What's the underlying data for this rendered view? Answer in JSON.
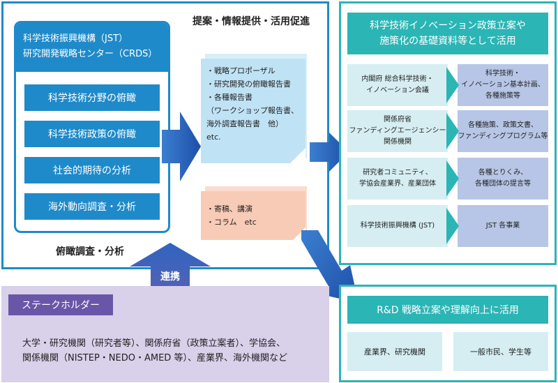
{
  "crds": {
    "title": "科学技術振興機構（JST）\n研究開発戦略センター（CRDS）",
    "items": [
      "科学技術分野の俯瞰",
      "科学技術政策の俯瞰",
      "社会的期待の分析",
      "海外動向調査・分析"
    ],
    "caption": "俯瞰調査・分析"
  },
  "outputs": {
    "caption": "提案・情報提供・活用促進",
    "note1": "・戦略プロポーザル\n・研究開発の俯瞰報告書\n・各種報告書\n（ワークショップ報告書、\n海外調査報告書　他）\netc.",
    "note2": "・寄稿、講演\n・コラム　etc"
  },
  "policy": {
    "title": "科学技術イノベーション政策立案や\n施策化の基礎資料等として活用",
    "rows": [
      {
        "left": "内閣府 総合科学技術・\nイノベーション会議",
        "right": "科学技術・\nイノベーション基本計画、\n各種施策等"
      },
      {
        "left": "関係府省\nファンディングエージェンシー\n関係機関",
        "right": "各種施策、政策文書、\nファンディングプログラム等"
      },
      {
        "left": "研究者コミュニティ、\n学協会産業界、産業団体",
        "right": "各種とりくみ、\n各種団体の提言等"
      },
      {
        "left": "科学技術振興機構 (JST)",
        "right": "JST 各事業"
      }
    ]
  },
  "rd": {
    "title": "R&D 戦略立案や理解向上に活用",
    "boxes": [
      "産業界、研究機関",
      "一般市民、学生等"
    ]
  },
  "link": {
    "label": "連携"
  },
  "stakeholder": {
    "tag": "ステークホルダー",
    "text": "大学・研究機関（研究者等）、関係府省（政策立案者）、学協会、\n関係機関（NISTEP・NEDO・AMED 等）、産業界、海外機関など"
  },
  "colors": {
    "blue": "#1f8ac9",
    "teal": "#2bb5b5",
    "purple": "#6a56a8",
    "lavender": "#d9d0ea"
  }
}
